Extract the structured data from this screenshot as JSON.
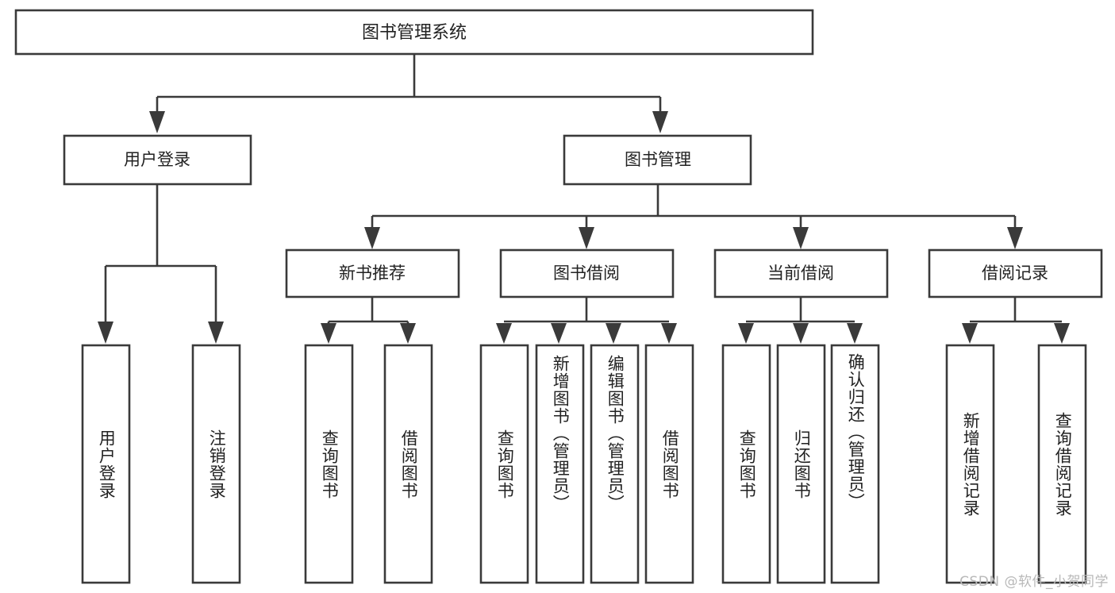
{
  "diagram": {
    "type": "tree-hierarchy",
    "title": "图书管理系统",
    "watermark": "CSDN @软件_小贺同学",
    "colors": {
      "box_stroke": "#3a3a3a",
      "box_fill": "#ffffff",
      "text": "#222222",
      "connector": "#3a3a3a",
      "watermark": "#b8b8b8",
      "background": "#ffffff"
    },
    "levels": {
      "root": {
        "label": "图书管理系统"
      },
      "level2": [
        {
          "label": "用户登录"
        },
        {
          "label": "图书管理"
        }
      ],
      "level3": [
        {
          "label": "新书推荐"
        },
        {
          "label": "图书借阅"
        },
        {
          "label": "当前借阅"
        },
        {
          "label": "借阅记录"
        }
      ],
      "leaves": {
        "user_login": [
          {
            "label": "用户登录"
          },
          {
            "label": "注销登录"
          }
        ],
        "new_book_recommend": [
          {
            "label": "查询图书"
          },
          {
            "label": "借阅图书"
          }
        ],
        "book_borrow": [
          {
            "label": "查询图书"
          },
          {
            "label": "新增图书（管理员）"
          },
          {
            "label": "编辑图书（管理员）"
          },
          {
            "label": "借阅图书"
          }
        ],
        "current_borrow": [
          {
            "label": "查询图书"
          },
          {
            "label": "归还图书"
          },
          {
            "label": "确认归还（管理员）"
          }
        ],
        "borrow_record": [
          {
            "label": "新增借阅记录"
          },
          {
            "label": "查询借阅记录"
          }
        ]
      }
    }
  }
}
